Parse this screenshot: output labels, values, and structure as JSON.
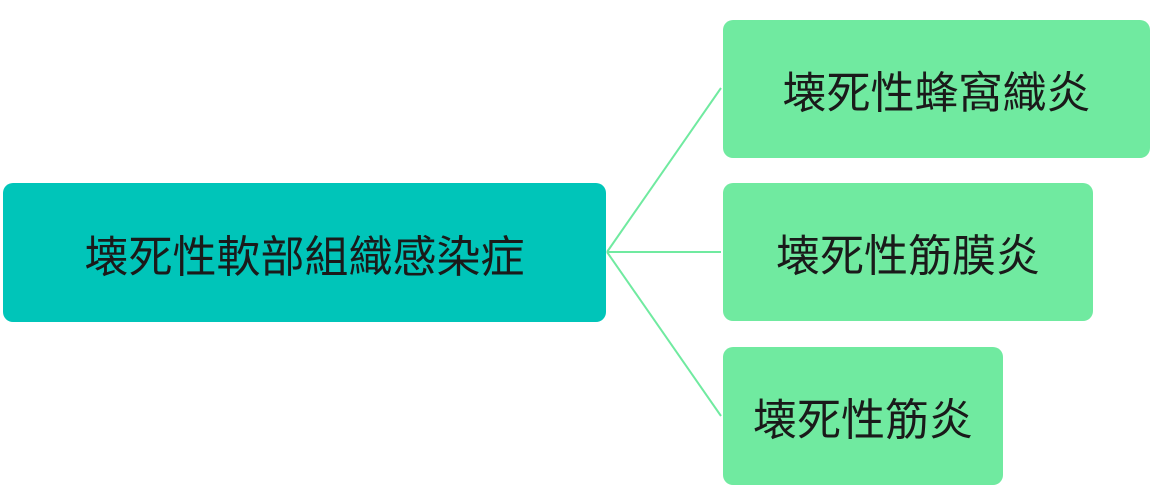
{
  "diagram": {
    "root": {
      "label": "壊死性軟部組織感染症",
      "color": "#00c5b9"
    },
    "children": [
      {
        "label": "壊死性蜂窩織炎",
        "color": "#70eaa0"
      },
      {
        "label": "壊死性筋膜炎",
        "color": "#70eaa0"
      },
      {
        "label": "壊死性筋炎",
        "color": "#70eaa0"
      }
    ],
    "connector_color": "#70eaa0"
  }
}
